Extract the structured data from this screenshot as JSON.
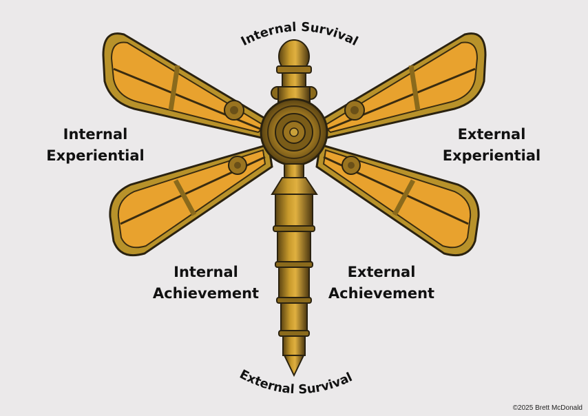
{
  "diagram": {
    "subject": "steampunk-dragonfly",
    "colors": {
      "background": "#ebe9ea",
      "wing_fill": "#e8a22e",
      "brass": "#b8922a",
      "dark_outline": "#2a2210",
      "text": "#111111"
    },
    "arc_labels": {
      "top": "Internal Survival",
      "bottom": "External Survival"
    },
    "wing_labels": {
      "upper_left": {
        "line1": "Internal",
        "line2": "Experiential"
      },
      "upper_right": {
        "line1": "External",
        "line2": "Experiential"
      },
      "lower_left": {
        "line1": "Internal",
        "line2": "Achievement"
      },
      "lower_right": {
        "line1": "External",
        "line2": "Achievement"
      }
    },
    "copyright": "©2025 Brett McDonald"
  }
}
